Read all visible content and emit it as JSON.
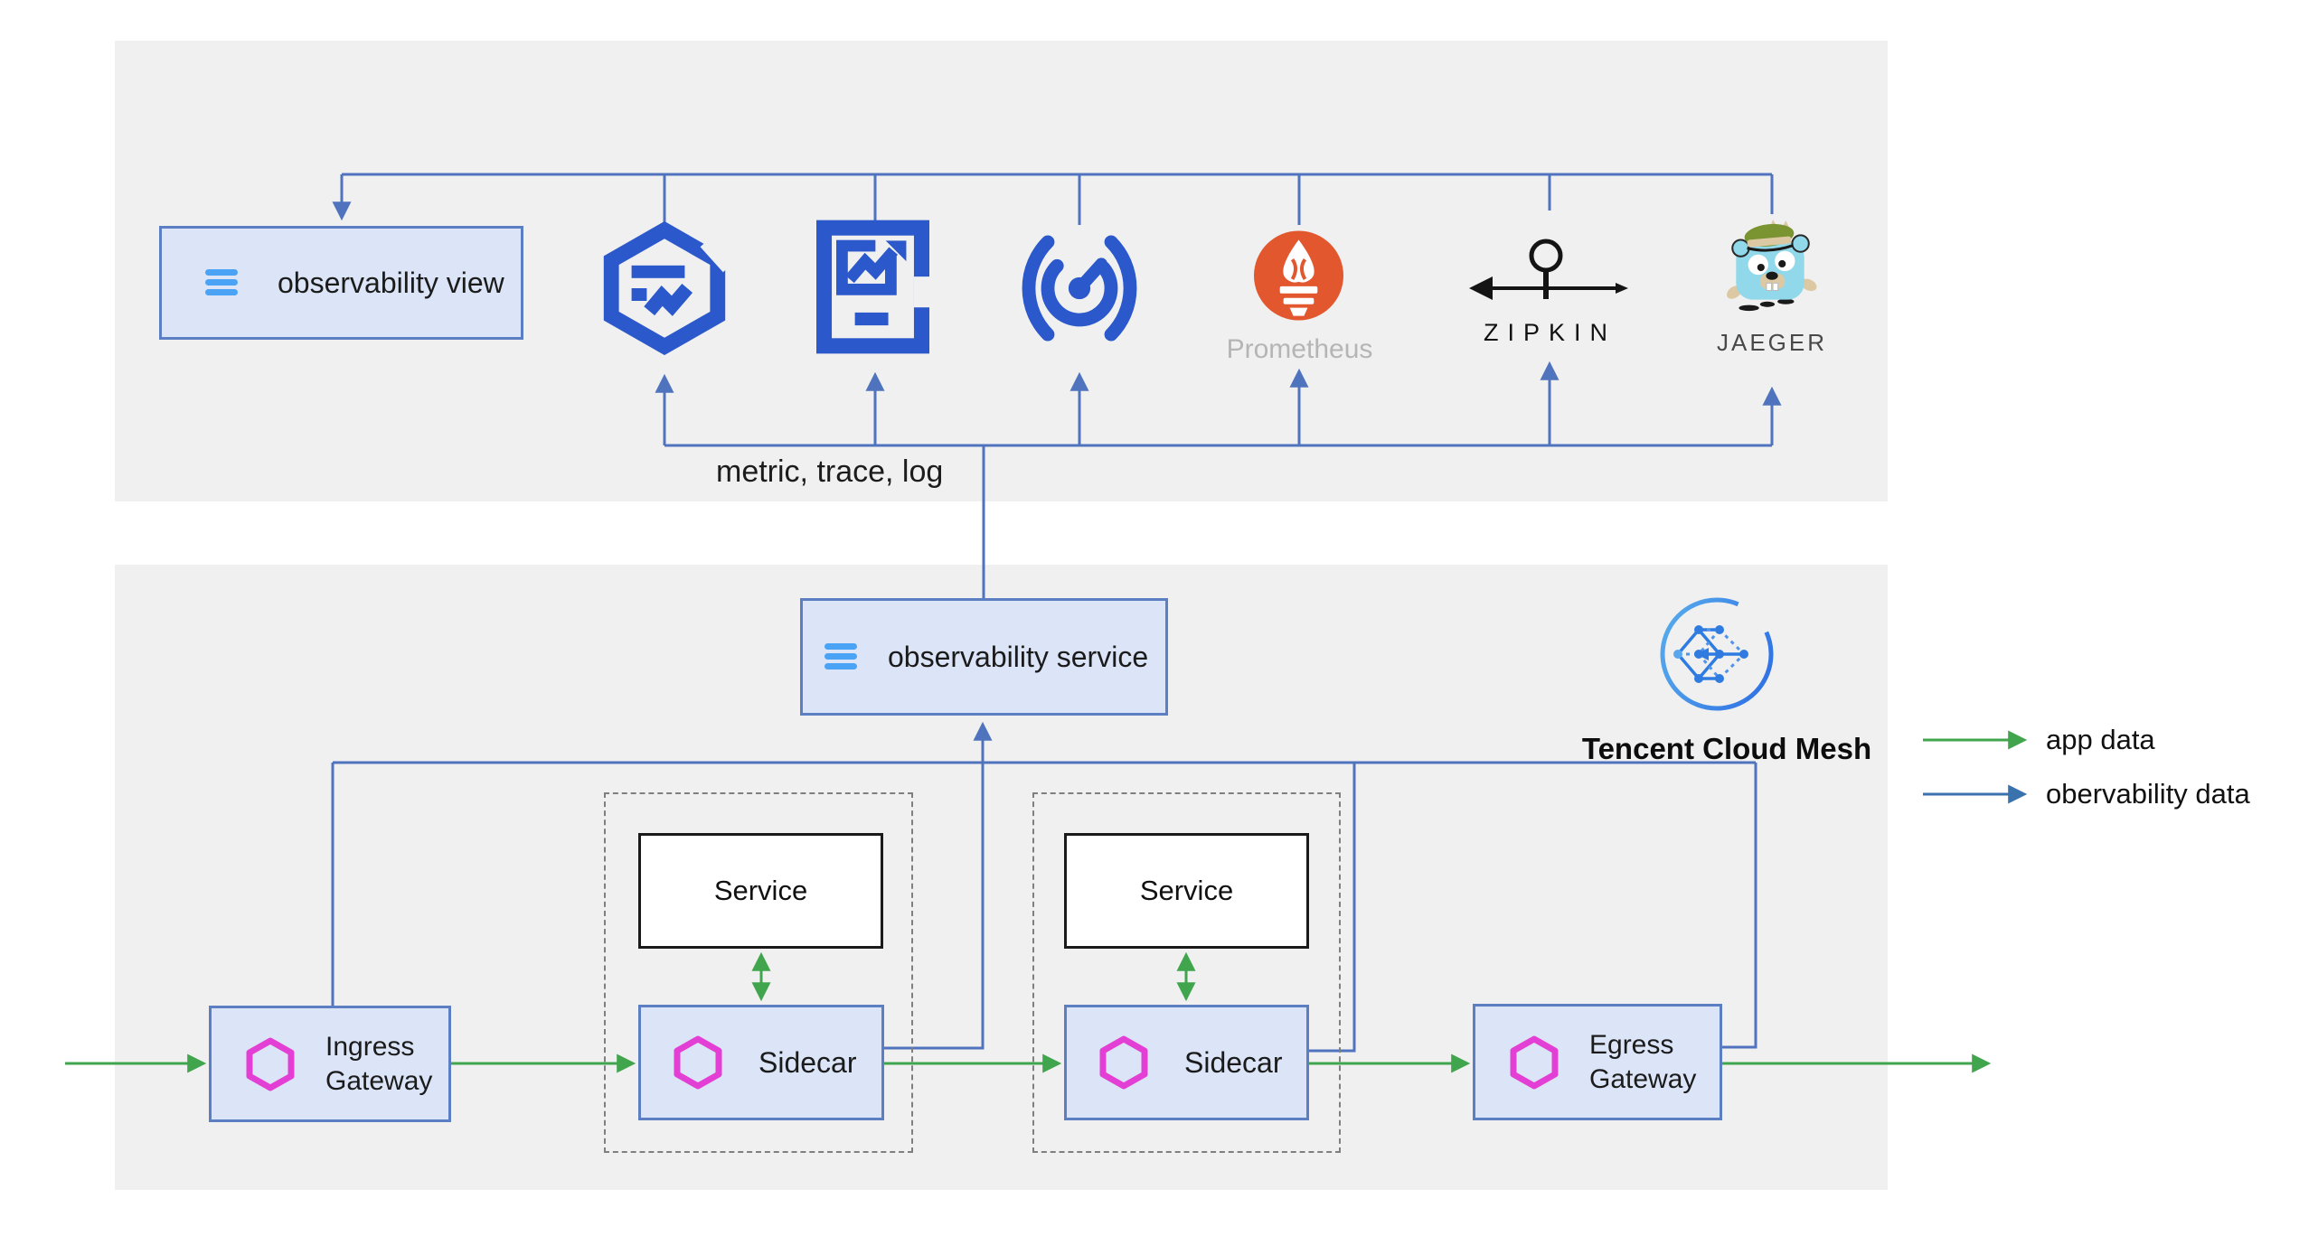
{
  "diagram": {
    "observability_view": "observability view",
    "observability_service": "observability service",
    "metric_label": "metric, trace, log",
    "mesh_title": "Tencent Cloud Mesh",
    "ingress": {
      "line1": "Ingress",
      "line2": "Gateway"
    },
    "egress": {
      "line1": "Egress",
      "line2": "Gateway"
    },
    "sidecar": "Sidecar",
    "service": "Service",
    "vendors": {
      "prometheus": "Prometheus",
      "zipkin": "ZIPKIN",
      "jaeger": "JAEGER"
    },
    "legend": {
      "app": "app data",
      "observability": "obervability data"
    },
    "colors": {
      "app_data_green": "#41a54d",
      "observability_blue": "#4f74bd",
      "legend_blue": "#3a72ad",
      "icon_blue": "#2b58cb",
      "prometheus_orange": "#e2572e",
      "box_fill": "#dbe5f7",
      "box_border": "#5b7fc2",
      "panel_gray": "#f0f0f1",
      "hex_magenta": "#e33fd4",
      "hamburger_blue": "#4aa3f5"
    }
  }
}
